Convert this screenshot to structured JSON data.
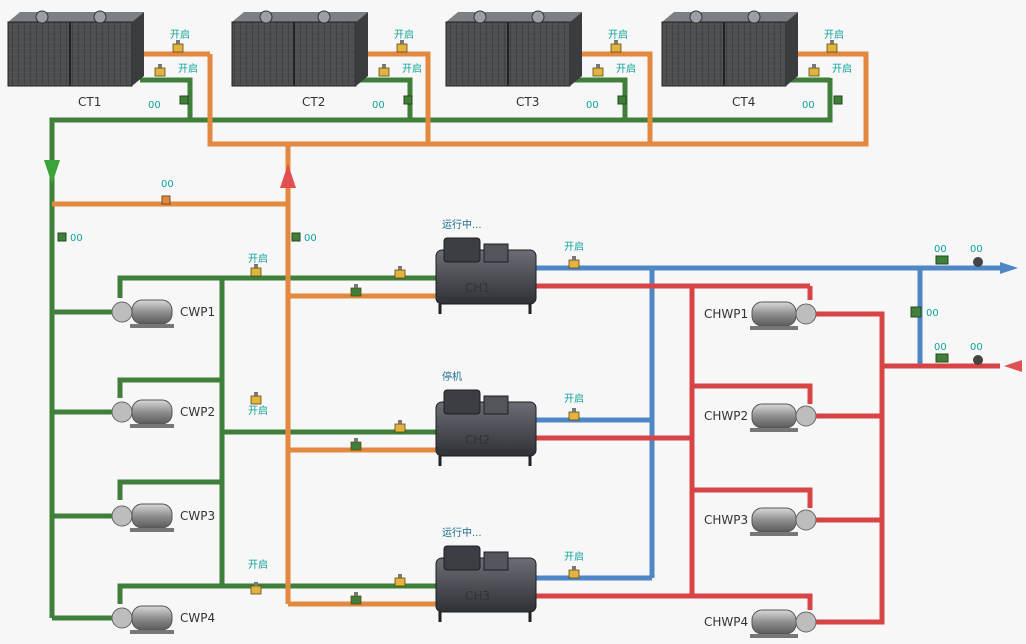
{
  "cooling_towers": [
    {
      "name": "CT1",
      "valve_top": "开启",
      "valve_bottom": "开启",
      "value": "00"
    },
    {
      "name": "CT2",
      "valve_top": "开启",
      "valve_bottom": "开启",
      "value": "00"
    },
    {
      "name": "CT3",
      "valve_top": "开启",
      "valve_bottom": "开启",
      "value": "00"
    },
    {
      "name": "CT4",
      "valve_top": "开启",
      "valve_bottom": "开启",
      "value": "00"
    }
  ],
  "header_values": {
    "bypass": "00",
    "return_sensor": "00",
    "supply_sensor": "00"
  },
  "chillers": [
    {
      "name": "CH1",
      "status": "运行中..."
    },
    {
      "name": "CH2",
      "status": "停机"
    },
    {
      "name": "CH3",
      "status": "运行中..."
    }
  ],
  "cw_pumps": [
    {
      "name": "CWP1",
      "valve": "开启"
    },
    {
      "name": "CWP2",
      "valve": "开启"
    },
    {
      "name": "CWP3",
      "valve": ""
    },
    {
      "name": "CWP4",
      "valve": "开启"
    }
  ],
  "chw_valves": [
    "开启",
    "开启",
    "开启"
  ],
  "chw_pumps": [
    {
      "name": "CHWP1"
    },
    {
      "name": "CHWP2"
    },
    {
      "name": "CHWP3"
    },
    {
      "name": "CHWP4"
    }
  ],
  "chw_out": {
    "flow": "00",
    "temp": "00"
  },
  "chw_in": {
    "flow": "00",
    "temp": "00"
  },
  "chw_bypass": "00",
  "colors": {
    "cooling_water_supply": "#3f7f3a",
    "cooling_water_return": "#e3893f",
    "chilled_water_supply": "#4f86c6",
    "chilled_water_return": "#d84444"
  }
}
